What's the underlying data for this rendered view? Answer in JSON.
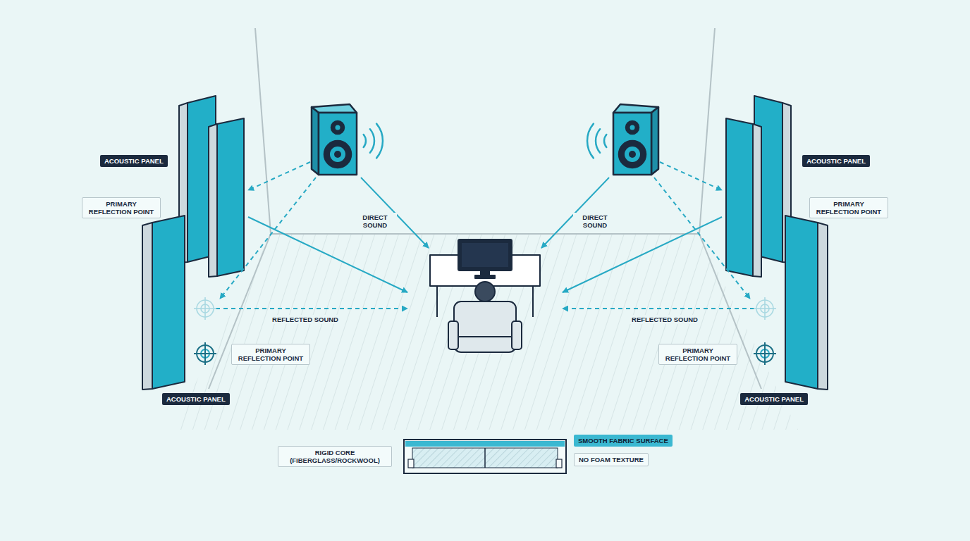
{
  "diagram": {
    "nodes": [
      {
        "text": [
          "ACOUSTIC PANEL"
        ]
      },
      {
        "text": [
          "ACOUSTIC PANEL"
        ]
      },
      {
        "text": [
          "PRIMARY REFLECTION POINT"
        ]
      },
      {
        "text": [
          "PRIMARY REFLECTION POINT"
        ]
      },
      {
        "text": [
          "PRIMARY REFLECTION POINT"
        ]
      },
      {
        "text": [
          "PRIMARY REFLECTION POINT"
        ]
      },
      {
        "text": [
          "ACOUSTIC PANEL"
        ]
      },
      {
        "text": [
          "ACOUSTIC PANEL"
        ]
      },
      {
        "text": [
          "RIGID CORE (FIBERGLASS/ROCKWOOL)"
        ]
      },
      {
        "text": [
          "SMOOTH FABRIC SURFACE"
        ]
      },
      {
        "text": [
          "NO FOAM TEXTURE"
        ]
      }
    ],
    "labels": [
      "DIRECT SOUND",
      "DIRECT SOUND",
      "REFLECTED SOUND",
      "REFLECTED SOUND"
    ]
  }
}
